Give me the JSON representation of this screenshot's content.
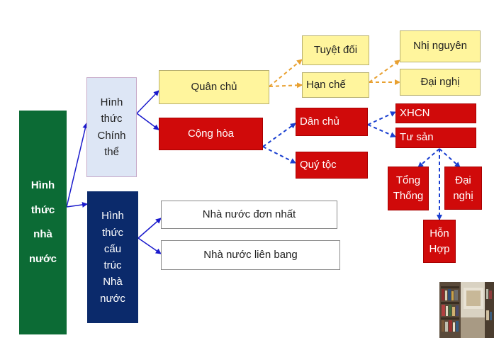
{
  "root": {
    "lines": [
      "Hình",
      "thức",
      "nhà",
      "nước"
    ]
  },
  "branch_chinh_the": {
    "lines": [
      "Hình",
      "thức",
      "Chính",
      "thể"
    ]
  },
  "branch_cau_truc": {
    "lines": [
      "Hình",
      "thức",
      "cấu",
      "trúc",
      "Nhà",
      "nước"
    ]
  },
  "quan_chu": "Quân chủ",
  "cong_hoa": "Cộng hòa",
  "tuyet_doi": "Tuyệt đối",
  "han_che": "Hạn chế",
  "nhi_nguyen": "Nhị nguyên",
  "dai_nghi_top": "Đại nghị",
  "dan_chu": "Dân chủ",
  "quy_toc": "Quý tộc",
  "xhcn": "XHCN",
  "tu_san": "Tư sản",
  "tong_thong": {
    "lines": [
      "Tổng",
      "Thống"
    ]
  },
  "dai_nghi_bottom": {
    "lines": [
      "Đại",
      "nghị"
    ]
  },
  "hon_hop": {
    "lines": [
      "Hỗn",
      "Hợp"
    ]
  },
  "don_nhat": "Nhà nước đơn nhất",
  "lien_bang": "Nhà nước liên bang",
  "colors": {
    "root": "#0c6b35",
    "chinh_the": "#dde6f5",
    "cau_truc": "#0b2a6b",
    "yellow_box": "#fff59d",
    "red_box": "#d00a0a",
    "solid_arrow": "#1a1acc",
    "orange_dashed": "#e8a030",
    "blue_dashed": "#1a3fd0"
  }
}
